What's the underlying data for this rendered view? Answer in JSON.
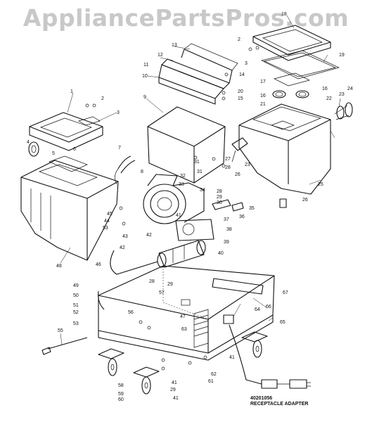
{
  "watermark": "AppliancePartsPros.com",
  "caption": {
    "part_number": "40201056",
    "label": "RECEPTACLE ADAPTER"
  },
  "callouts": [
    {
      "id": "c18",
      "text": "18"
    },
    {
      "id": "c19",
      "text": "19"
    },
    {
      "id": "c13",
      "text": "13"
    },
    {
      "id": "c12",
      "text": "12"
    },
    {
      "id": "c11",
      "text": "11"
    },
    {
      "id": "c10",
      "text": "10"
    },
    {
      "id": "c2a",
      "text": "2"
    },
    {
      "id": "c3a",
      "text": "3"
    },
    {
      "id": "c14",
      "text": "14"
    },
    {
      "id": "c17",
      "text": "17"
    },
    {
      "id": "c20",
      "text": "20"
    },
    {
      "id": "c15",
      "text": "15"
    },
    {
      "id": "c16a",
      "text": "16"
    },
    {
      "id": "c16b",
      "text": "16"
    },
    {
      "id": "c21",
      "text": "21"
    },
    {
      "id": "c22",
      "text": "22"
    },
    {
      "id": "c23a",
      "text": "23"
    },
    {
      "id": "c24",
      "text": "24"
    },
    {
      "id": "c1",
      "text": "1"
    },
    {
      "id": "c2b",
      "text": "2"
    },
    {
      "id": "c3b",
      "text": "3"
    },
    {
      "id": "c9",
      "text": "9"
    },
    {
      "id": "c4",
      "text": "4"
    },
    {
      "id": "c5",
      "text": "5"
    },
    {
      "id": "c6",
      "text": "6"
    },
    {
      "id": "c7",
      "text": "7"
    },
    {
      "id": "c8",
      "text": "8"
    },
    {
      "id": "c31a",
      "text": "31"
    },
    {
      "id": "c31b",
      "text": "31"
    },
    {
      "id": "c32",
      "text": "32"
    },
    {
      "id": "c33",
      "text": "33"
    },
    {
      "id": "c34",
      "text": "34"
    },
    {
      "id": "c28a",
      "text": "28"
    },
    {
      "id": "c29a",
      "text": "29"
    },
    {
      "id": "c30",
      "text": "30"
    },
    {
      "id": "c35",
      "text": "35"
    },
    {
      "id": "c36",
      "text": "36"
    },
    {
      "id": "c37",
      "text": "37"
    },
    {
      "id": "c38",
      "text": "38"
    },
    {
      "id": "c39",
      "text": "39"
    },
    {
      "id": "c40",
      "text": "40"
    },
    {
      "id": "c41a",
      "text": "41"
    },
    {
      "id": "c42a",
      "text": "42"
    },
    {
      "id": "c42b",
      "text": "42"
    },
    {
      "id": "c43",
      "text": "43"
    },
    {
      "id": "c44",
      "text": "44"
    },
    {
      "id": "c45",
      "text": "45"
    },
    {
      "id": "c53",
      "text": "53"
    },
    {
      "id": "c48",
      "text": "48"
    },
    {
      "id": "c46",
      "text": "46"
    },
    {
      "id": "c27",
      "text": "27"
    },
    {
      "id": "c23b",
      "text": "23"
    },
    {
      "id": "c26a",
      "text": "26"
    },
    {
      "id": "c28b",
      "text": "28"
    },
    {
      "id": "c25",
      "text": "25"
    },
    {
      "id": "c26b",
      "text": "26"
    },
    {
      "id": "c28c",
      "text": "28"
    },
    {
      "id": "c29b",
      "text": "29"
    },
    {
      "id": "c57",
      "text": "57"
    },
    {
      "id": "c47",
      "text": "47"
    },
    {
      "id": "c67",
      "text": "67"
    },
    {
      "id": "c66",
      "text": "66"
    },
    {
      "id": "c64",
      "text": "64"
    },
    {
      "id": "c65",
      "text": "65"
    },
    {
      "id": "c63",
      "text": "63"
    },
    {
      "id": "c49",
      "text": "49"
    },
    {
      "id": "c50",
      "text": "50"
    },
    {
      "id": "c51",
      "text": "51"
    },
    {
      "id": "c52",
      "text": "52"
    },
    {
      "id": "c56",
      "text": "56"
    },
    {
      "id": "c53b",
      "text": "53"
    },
    {
      "id": "c55",
      "text": "55"
    },
    {
      "id": "c41b",
      "text": "41"
    },
    {
      "id": "c41c",
      "text": "41"
    },
    {
      "id": "c62",
      "text": "62"
    },
    {
      "id": "c61",
      "text": "61"
    },
    {
      "id": "c58",
      "text": "58"
    },
    {
      "id": "c59",
      "text": "59"
    },
    {
      "id": "c60",
      "text": "60"
    },
    {
      "id": "c29c",
      "text": "29"
    },
    {
      "id": "c41d",
      "text": "41"
    }
  ]
}
